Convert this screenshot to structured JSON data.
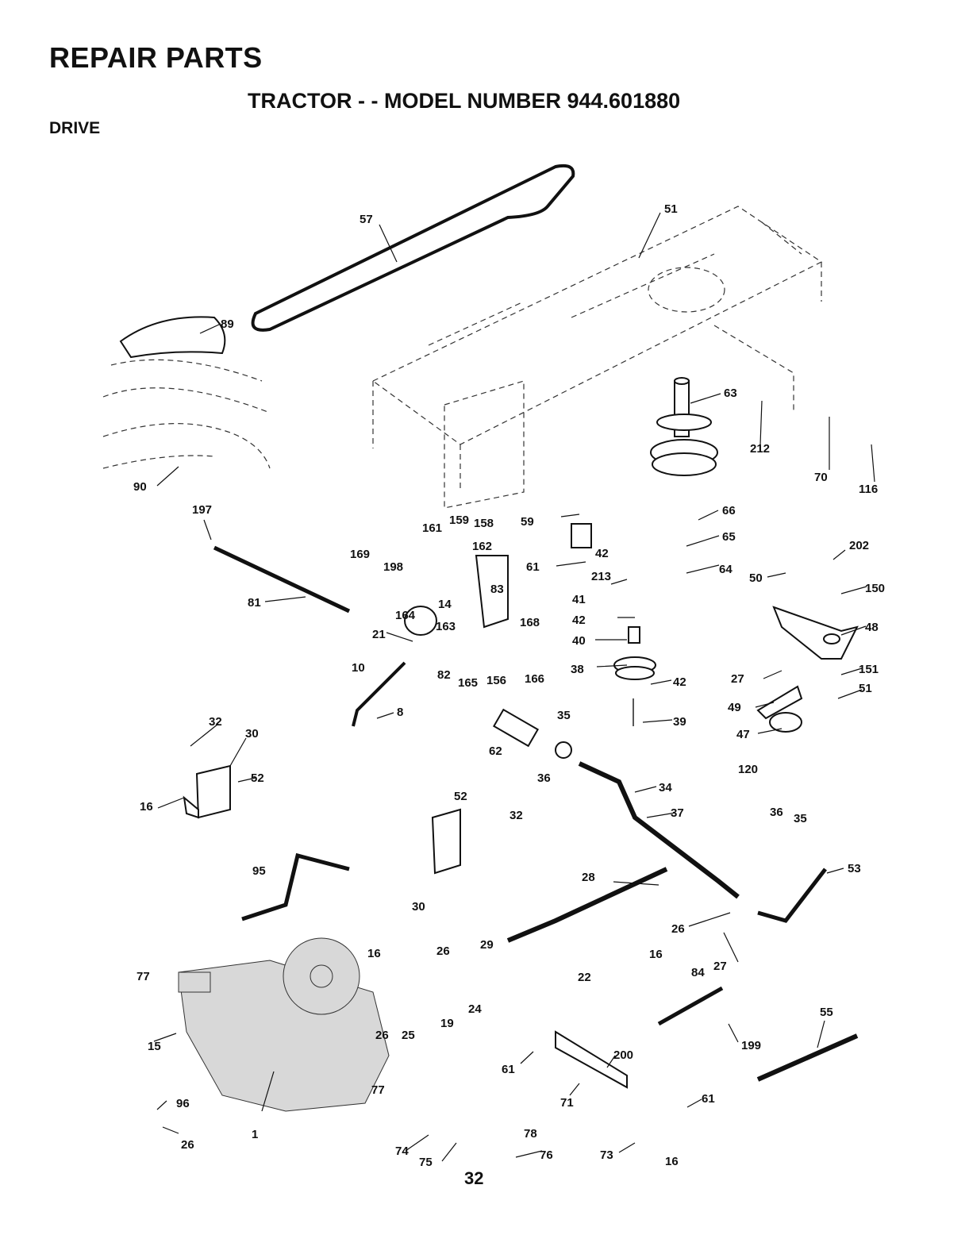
{
  "header": {
    "title": "REPAIR PARTS",
    "subtitle": "TRACTOR - - MODEL NUMBER 944.601880",
    "section": "DRIVE"
  },
  "callouts": [
    "57",
    "51",
    "89",
    "63",
    "212",
    "70",
    "116",
    "90",
    "197",
    "66",
    "65",
    "59",
    "161",
    "159",
    "158",
    "169",
    "162",
    "198",
    "61",
    "42",
    "64",
    "202",
    "213",
    "150",
    "50",
    "81",
    "41",
    "83",
    "164",
    "14",
    "168",
    "48",
    "42",
    "163",
    "21",
    "40",
    "151",
    "27",
    "10",
    "38",
    "82",
    "165",
    "156",
    "166",
    "42",
    "51",
    "49",
    "39",
    "8",
    "47",
    "32",
    "30",
    "35",
    "62",
    "36",
    "120",
    "52",
    "16",
    "34",
    "52",
    "36",
    "35",
    "32",
    "37",
    "95",
    "53",
    "30",
    "28",
    "26",
    "16",
    "29",
    "26",
    "16",
    "27",
    "84",
    "77",
    "22",
    "24",
    "19",
    "55",
    "26",
    "25",
    "199",
    "15",
    "200",
    "61",
    "61",
    "96",
    "71",
    "77",
    "78",
    "26",
    "1",
    "74",
    "76",
    "75",
    "73",
    "16"
  ],
  "page_number": "32"
}
